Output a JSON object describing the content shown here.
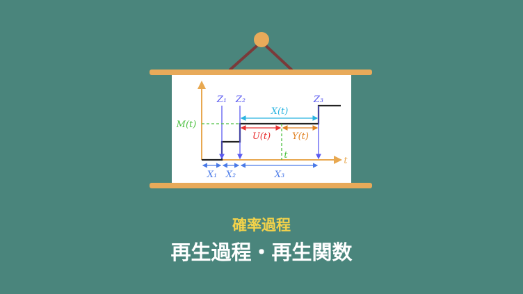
{
  "diagram": {
    "labels": {
      "z1": "Z₁",
      "z2": "Z₂",
      "z3": "Z₃",
      "xt": "X(t)",
      "mt": "M(t)",
      "ut": "U(t)",
      "yt": "Y(t)",
      "t_axis": "t",
      "t_mark": "t",
      "x1": "X₁",
      "x2": "X₂",
      "x3": "X₃"
    },
    "colors": {
      "axis": "#e8a850",
      "step": "#222222",
      "z": "#5a5af0",
      "xt": "#2ab4e0",
      "mt": "#4cc040",
      "ut": "#e83030",
      "yt": "#e08020",
      "x": "#4a7ae8"
    }
  },
  "title": {
    "subtitle": "確率過程",
    "main": "再生過程・再生関数"
  }
}
